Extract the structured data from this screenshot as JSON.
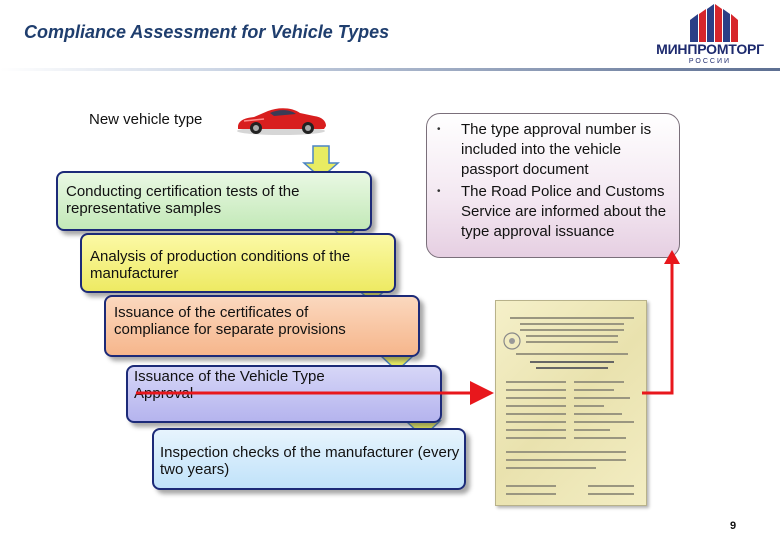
{
  "header": {
    "title": "Compliance Assessment for Vehicle Types",
    "logo_text": "МИНПРОМТОРГ",
    "logo_subtext": "РОССИИ"
  },
  "flow": {
    "start_label": "New vehicle type",
    "steps": [
      "Conducting certification tests of the representative samples",
      "Analysis of production conditions of the manufacturer",
      "Issuance of the certificates of compliance for  separate provisions",
      "Issuance of the Vehicle Type Approval",
      "Inspection checks of the manufacturer (every two years)"
    ]
  },
  "info": {
    "bullets": [
      "The type approval number is included into the vehicle passport document",
      "The Road Police and Customs Service are informed about the type approval issuance"
    ]
  },
  "colors": {
    "title": "#1f3e6e",
    "box_border": "#1c2a78",
    "arrow_fill": "#e8ec62",
    "arrow_stroke": "#4a83c4",
    "connector": "#e8171c"
  },
  "icons": [
    "car-icon",
    "down-arrow-icon",
    "certificate-icon",
    "ministry-logo-icon"
  ],
  "page_number": "9"
}
